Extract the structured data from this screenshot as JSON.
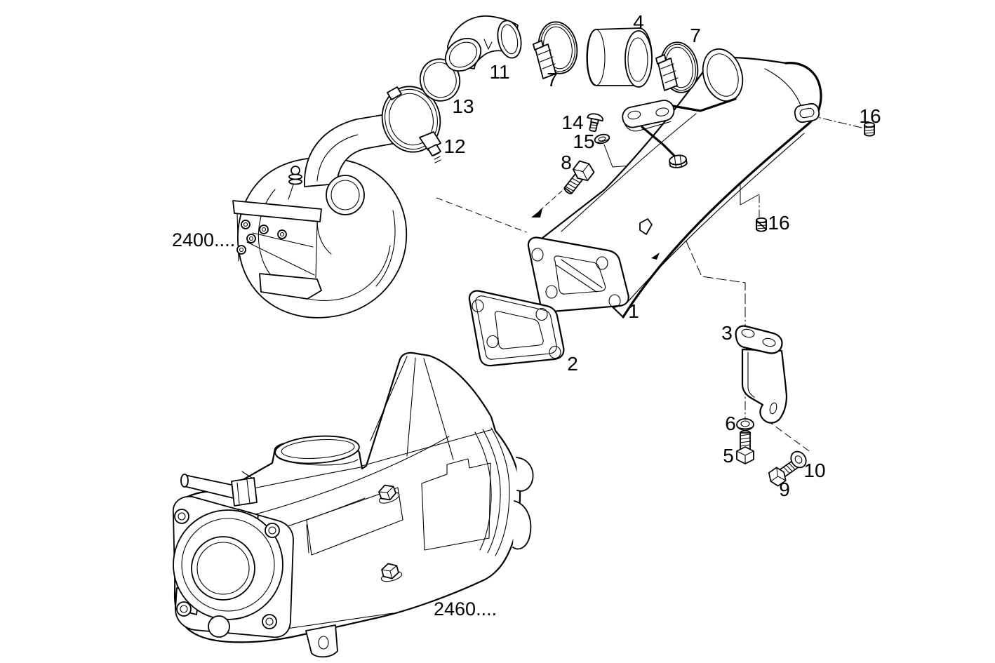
{
  "diagram": {
    "assembly_refs": {
      "turbo": "2400....",
      "housing": "2460...."
    },
    "callouts": {
      "n1": "1",
      "n2": "2",
      "n3": "3",
      "n4": "4",
      "n5": "5",
      "n6": "6",
      "n7a": "7",
      "n7b": "7",
      "n8": "8",
      "n9": "9",
      "n10": "10",
      "n11": "11",
      "n12": "12",
      "n13": "13",
      "n14": "14",
      "n15": "15",
      "n16a": "16",
      "n16b": "16"
    }
  }
}
